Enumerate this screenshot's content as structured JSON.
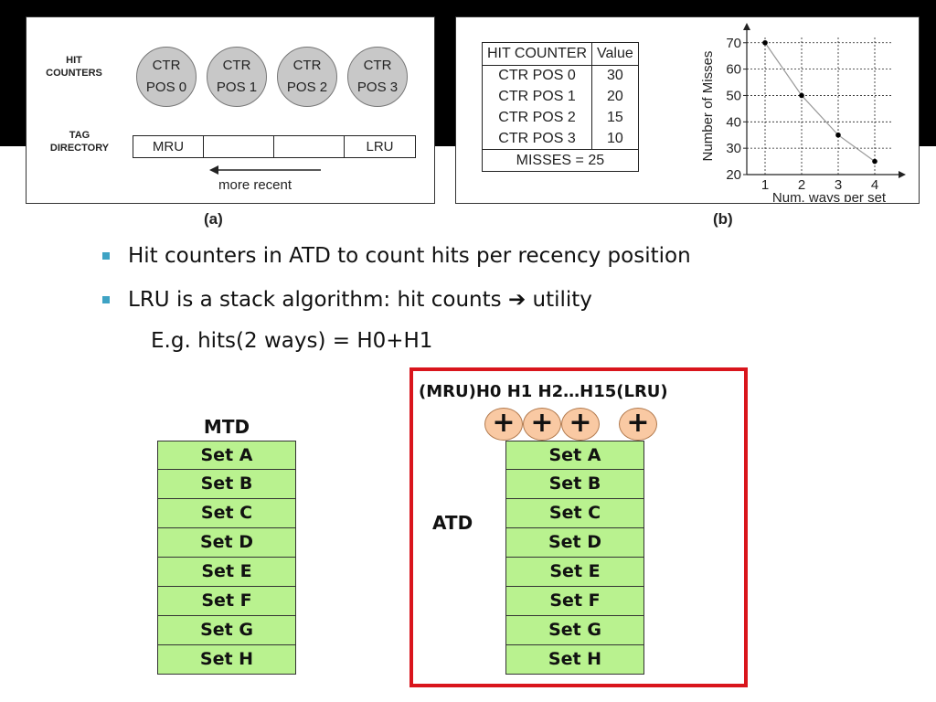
{
  "panel_a": {
    "hit_counters_label": [
      "HIT",
      "COUNTERS"
    ],
    "counters": [
      {
        "line1": "CTR",
        "line2": "POS 0"
      },
      {
        "line1": "CTR",
        "line2": "POS 1"
      },
      {
        "line1": "CTR",
        "line2": "POS 2"
      },
      {
        "line1": "CTR",
        "line2": "POS 3"
      }
    ],
    "tag_directory_label": [
      "TAG",
      "DIRECTORY"
    ],
    "tag_cells": [
      "MRU",
      "",
      "",
      "LRU"
    ],
    "arrow_label": "more recent",
    "caption": "(a)"
  },
  "panel_b": {
    "table": {
      "headers": [
        "HIT COUNTER",
        "Value"
      ],
      "rows": [
        [
          "CTR POS 0",
          "30"
        ],
        [
          "CTR POS 1",
          "20"
        ],
        [
          "CTR POS 2",
          "15"
        ],
        [
          "CTR POS 3",
          "10"
        ]
      ],
      "footer": "MISSES = 25"
    },
    "caption": "(b)"
  },
  "chart_data": {
    "type": "line",
    "x": [
      1,
      2,
      3,
      4
    ],
    "y": [
      70,
      50,
      35,
      25
    ],
    "xlabel": "Num. ways per set",
    "ylabel": "Number of Misses",
    "x_ticks": [
      "1",
      "2",
      "3",
      "4"
    ],
    "y_ticks": [
      "20",
      "30",
      "40",
      "50",
      "60",
      "70"
    ],
    "xlim": [
      0.5,
      4.5
    ],
    "ylim": [
      20,
      72
    ],
    "grid": true,
    "line_color": "#999999",
    "marker_color": "#000000"
  },
  "bullets": [
    "Hit counters in ATD to count hits per recency position",
    "LRU is a stack algorithm: hit counts ➔ utility"
  ],
  "bullet_sub": "E.g. hits(2 ways) = H0+H1",
  "mtd": {
    "title": "MTD",
    "sets": [
      "Set A",
      "Set B",
      "Set C",
      "Set D",
      "Set E",
      "Set F",
      "Set G",
      "Set H"
    ]
  },
  "atd": {
    "header": "(MRU)H0 H1 H2…H15(LRU)",
    "label": "ATD",
    "plus_symbols": [
      "+",
      "+",
      "+",
      "+"
    ],
    "sets": [
      "Set A",
      "Set B",
      "Set C",
      "Set D",
      "Set E",
      "Set F",
      "Set G",
      "Set H"
    ]
  },
  "colors": {
    "set_fill": "#b9f28f",
    "plus_fill": "#f9c9a3",
    "atd_border": "#d9151c",
    "bullet": "#3ea3c4",
    "counter_fill": "#c8c8c8"
  }
}
